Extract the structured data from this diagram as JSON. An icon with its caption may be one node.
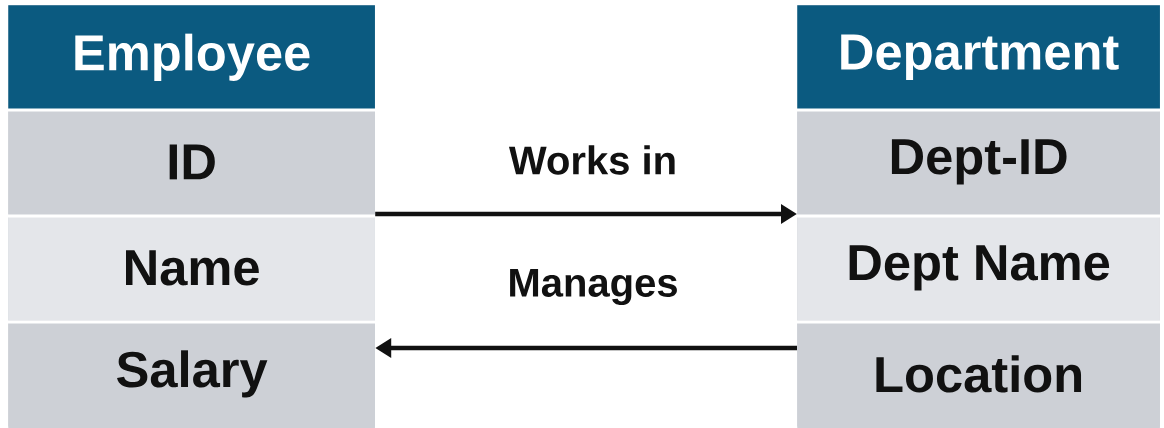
{
  "diagram": {
    "nodes": [
      {
        "text": [
          "Employee"
        ]
      },
      {
        "text": [
          "ID"
        ],
        "in": 0
      },
      {
        "text": [
          "Name"
        ],
        "in": 0
      },
      {
        "text": [
          "Salary"
        ],
        "in": 0
      },
      {
        "text": [
          "Department"
        ]
      },
      {
        "text": [
          "Dept-ID"
        ],
        "in": 4
      },
      {
        "text": [
          "Dept Name"
        ],
        "in": 4
      },
      {
        "text": [
          "Location"
        ],
        "in": 4
      }
    ],
    "edges": [
      {
        "from": 0,
        "to": 4,
        "arrow": "to",
        "label": "Works in"
      },
      {
        "from": 4,
        "to": 0,
        "arrow": "to",
        "label": "Manages"
      }
    ]
  }
}
